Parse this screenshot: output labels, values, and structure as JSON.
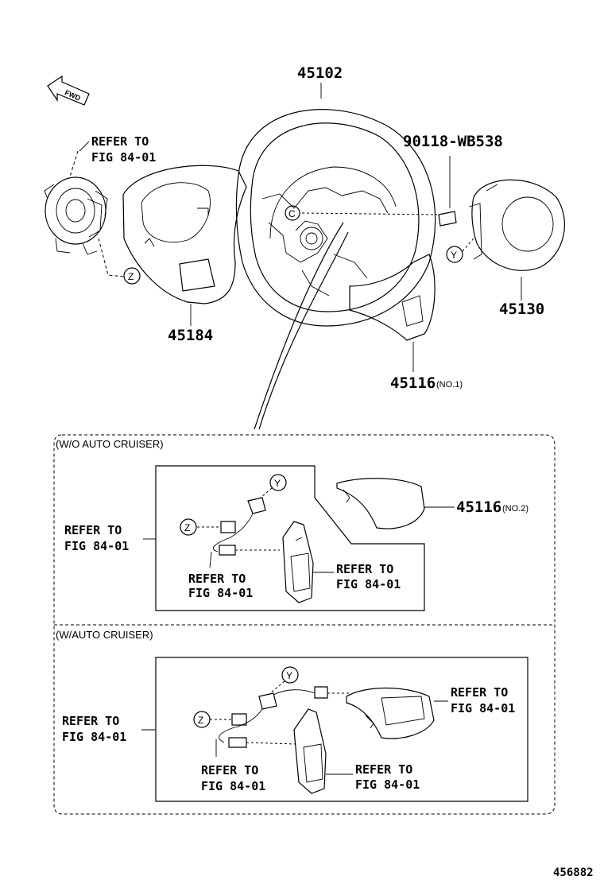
{
  "diagram_id": "456882",
  "fwd_label": "FWD",
  "parts": {
    "wheel": {
      "number": "45102"
    },
    "bolt": {
      "number": "90118-WB538"
    },
    "airbag": {
      "number": "45130"
    },
    "lower_cover": {
      "number": "45184"
    },
    "cover_no1": {
      "number": "45116",
      "suffix": "(NO.1)"
    },
    "cover_no2": {
      "number": "45116",
      "suffix": "(NO.2)"
    }
  },
  "refs": {
    "spiral_cable": [
      "REFER TO",
      "FIG 84-01"
    ],
    "woac_left": [
      "REFER TO",
      "FIG 84-01"
    ],
    "woac_harness": [
      "REFER TO",
      "FIG 84-01"
    ],
    "woac_switch": [
      "REFER TO",
      "FIG 84-01"
    ],
    "wac_left": [
      "REFER TO",
      "FIG 84-01"
    ],
    "wac_harness": [
      "REFER TO",
      "FIG 84-01"
    ],
    "wac_switch": [
      "REFER TO",
      "FIG 84-01"
    ],
    "wac_cruise": [
      "REFER TO",
      "FIG 84-01"
    ]
  },
  "sections": {
    "without_cruise": "(W/O AUTO CRUISER)",
    "with_cruise": "(W/AUTO CRUISER)"
  },
  "connectors": {
    "y": "Y",
    "z": "Z",
    "c": "C"
  }
}
